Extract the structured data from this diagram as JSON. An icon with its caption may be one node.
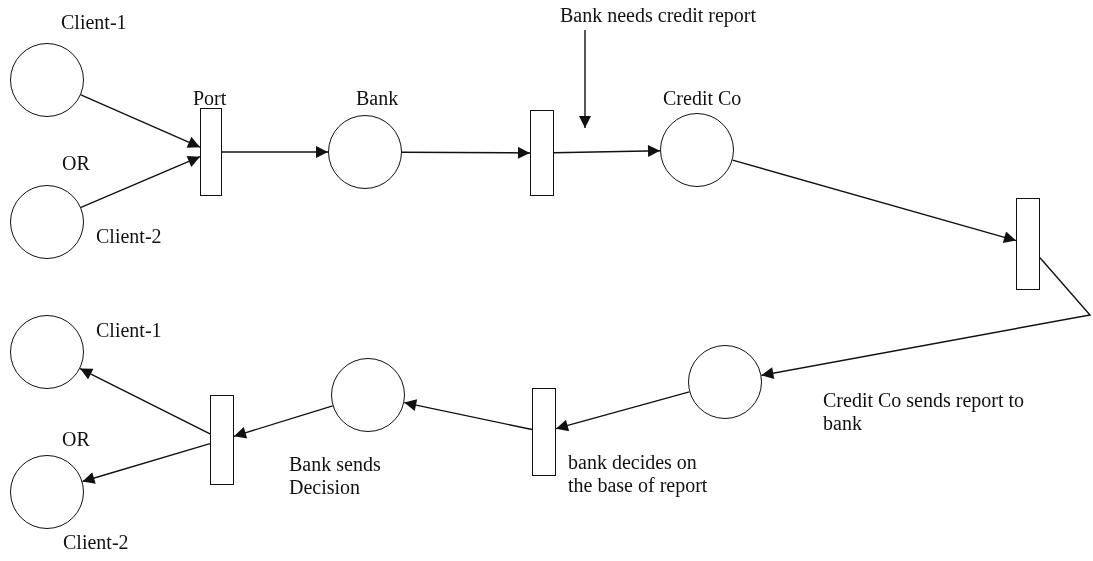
{
  "diagram": {
    "nodes": [
      {
        "text": [
          "Client-1"
        ]
      },
      {
        "text": [
          "Client-2"
        ]
      },
      {
        "text": [
          "Port"
        ]
      },
      {
        "text": [
          "Bank"
        ]
      },
      {
        "text": [],
        "shape": "bar"
      },
      {
        "text": [
          "Credit Co"
        ]
      },
      {
        "text": [],
        "shape": "bar"
      },
      {
        "text": [],
        "shape": "circle",
        "beside": [
          "Credit Co sends report to bank"
        ]
      },
      {
        "text": [],
        "shape": "bar",
        "beside": [
          "bank decides on the base of report"
        ]
      },
      {
        "text": [],
        "shape": "circle",
        "beside": [
          "Bank sends Decision"
        ]
      },
      {
        "text": [],
        "shape": "bar"
      },
      {
        "text": [
          "Client-1"
        ]
      },
      {
        "text": [
          "Client-2"
        ]
      },
      {
        "text": [
          "Bank needs credit report"
        ]
      }
    ],
    "edges": [
      {
        "from": 0,
        "to": 2,
        "arrow": "to"
      },
      {
        "from": 1,
        "to": 2,
        "arrow": "to"
      },
      {
        "from": 2,
        "to": 3,
        "arrow": "to"
      },
      {
        "from": 3,
        "to": 4,
        "arrow": "to"
      },
      {
        "from": 4,
        "to": 5,
        "arrow": "to"
      },
      {
        "from": 5,
        "to": 6,
        "arrow": "to"
      },
      {
        "from": 6,
        "to": 7,
        "arrow": "to"
      },
      {
        "from": 7,
        "to": 8,
        "arrow": "to"
      },
      {
        "from": 8,
        "to": 9,
        "arrow": "to"
      },
      {
        "from": 9,
        "to": 10,
        "arrow": "to"
      },
      {
        "from": 10,
        "to": 11,
        "arrow": "to"
      },
      {
        "from": 10,
        "to": 12,
        "arrow": "to"
      },
      {
        "from": 13,
        "to": null,
        "arrow": "to"
      }
    ],
    "labels": [
      "OR",
      "OR"
    ]
  }
}
